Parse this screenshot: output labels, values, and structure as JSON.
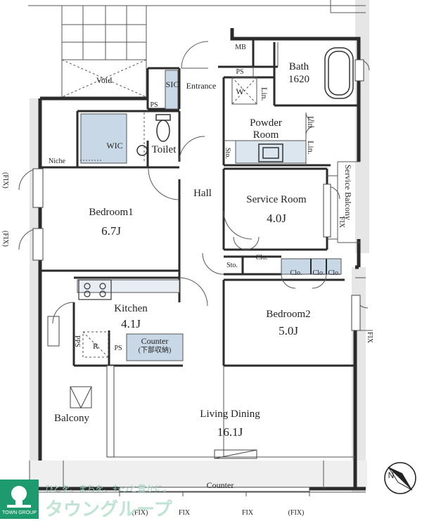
{
  "rooms": {
    "void": "Void",
    "sic": "SIC",
    "entrance": "Entrance",
    "mb": "MB",
    "ps1": "PS",
    "ps2": "PS",
    "ps3": "PS",
    "bath": "Bath",
    "bath_size": "1620",
    "w": "W",
    "lin1": "Lin.",
    "lin2": "Lin.",
    "lin3": "Lin.",
    "powder_room_1": "Powder",
    "powder_room_2": "Room",
    "wic": "WIC",
    "toilet": "Toilet",
    "niche": "Niche",
    "sto1": "Sto.",
    "sto2": "Sto.",
    "hall": "Hall",
    "bedroom1": "Bedroom1",
    "bedroom1_size": "6.7J",
    "service_room": "Service Room",
    "service_room_size": "4.0J",
    "service_balcony": "Service Balcony",
    "clo1": "Clo.",
    "clo2": "Clo.",
    "clo3": "Clo.",
    "clo4": "Clo.",
    "kitchen": "Kitchen",
    "kitchen_size": "4.1J",
    "bedroom2": "Bedroom2",
    "bedroom2_size": "5.0J",
    "pps": "PPS",
    "r": "R",
    "counter1": "Counter",
    "counter1_sub": "(下部収納)",
    "balcony": "Balcony",
    "living_dining": "Living Dining",
    "living_dining_size": "16.1J",
    "counter2": "Counter"
  },
  "fix_labels": {
    "fix_left_top": "(FIX)",
    "fix_left_mid": "(FIX)",
    "fix_right_service": "FIX",
    "fix_right_bed2": "FIX",
    "fix_bottom_1": "(FIX)",
    "fix_bottom_2": "FIX",
    "fix_bottom_3": "FIX",
    "fix_bottom_4": "(FIX)"
  },
  "compass": {
    "label": "N"
  },
  "logo": {
    "company": "TOWN GROUP",
    "slogan": "ひとを、まちを、もっと豊かに。",
    "brand": "タウングループ"
  },
  "colors": {
    "storage_fill": "#c9d8e6",
    "wall": "#2b2b2b",
    "line": "#555555",
    "grey_area": "#e2e2e2",
    "logo_green": "#1e9a6f"
  }
}
